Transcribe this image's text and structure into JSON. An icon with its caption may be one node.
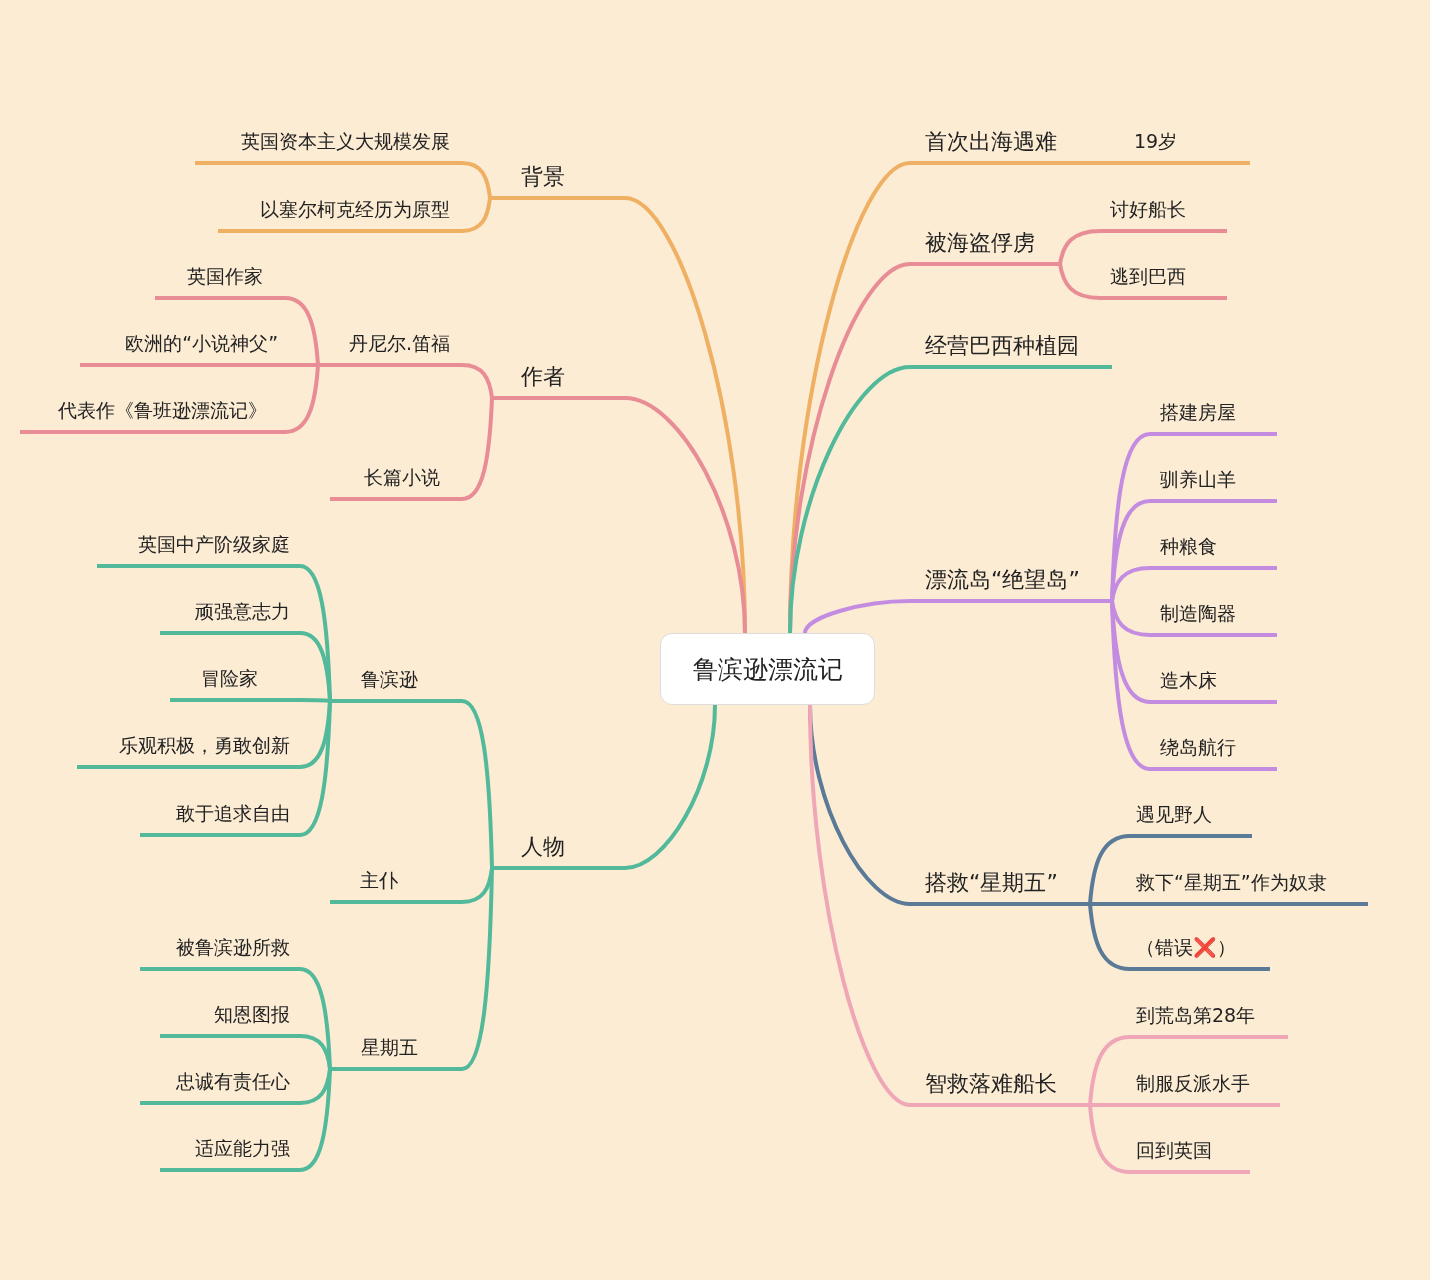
{
  "diagram": {
    "nodes": [
      {
        "text": [
          "鲁滨逊漂流记"
        ]
      },
      {
        "text": [
          "背景"
        ]
      },
      {
        "text": [
          "英国资本主义大规模发展"
        ]
      },
      {
        "text": [
          "以塞尔柯克经历为原型"
        ]
      },
      {
        "text": [
          "作者"
        ]
      },
      {
        "text": [
          "丹尼尔.笛福"
        ]
      },
      {
        "text": [
          "英国作家"
        ]
      },
      {
        "text": [
          "欧洲的“小说神父”"
        ]
      },
      {
        "text": [
          "代表作《鲁班逊漂流记》"
        ]
      },
      {
        "text": [
          "长篇小说"
        ]
      },
      {
        "text": [
          "人物"
        ]
      },
      {
        "text": [
          "鲁滨逊"
        ]
      },
      {
        "text": [
          "英国中产阶级家庭"
        ]
      },
      {
        "text": [
          "顽强意志力"
        ]
      },
      {
        "text": [
          "冒险家"
        ]
      },
      {
        "text": [
          "乐观积极，勇敢创新"
        ]
      },
      {
        "text": [
          "敢于追求自由"
        ]
      },
      {
        "text": [
          "主仆"
        ]
      },
      {
        "text": [
          "星期五"
        ]
      },
      {
        "text": [
          "被鲁滨逊所救"
        ]
      },
      {
        "text": [
          "知恩图报"
        ]
      },
      {
        "text": [
          "忠诚有责任心"
        ]
      },
      {
        "text": [
          "适应能力强"
        ]
      },
      {
        "text": [
          "首次出海遇难"
        ]
      },
      {
        "text": [
          "19岁"
        ]
      },
      {
        "text": [
          "被海盗俘虏"
        ]
      },
      {
        "text": [
          "讨好船长"
        ]
      },
      {
        "text": [
          "逃到巴西"
        ]
      },
      {
        "text": [
          "经营巴西种植园"
        ]
      },
      {
        "text": [
          "漂流岛“绝望岛”"
        ]
      },
      {
        "text": [
          "搭建房屋"
        ]
      },
      {
        "text": [
          "驯养山羊"
        ]
      },
      {
        "text": [
          "种粮食"
        ]
      },
      {
        "text": [
          "制造陶器"
        ]
      },
      {
        "text": [
          "造木床"
        ]
      },
      {
        "text": [
          "绕岛航行"
        ]
      },
      {
        "text": [
          "搭救“星期五”"
        ]
      },
      {
        "text": [
          "遇见野人"
        ]
      },
      {
        "text": [
          "救下“星期五”作为奴隶"
        ]
      },
      {
        "text": [
          "（错误❌）"
        ]
      },
      {
        "text": [
          "智救落难船长"
        ]
      },
      {
        "text": [
          "到荒岛第28年"
        ]
      },
      {
        "text": [
          "制服反派水手"
        ]
      },
      {
        "text": [
          "回到英国"
        ]
      }
    ],
    "edges": [
      {
        "from": 0,
        "to": 1,
        "arrow": "none",
        "color": "#efb063"
      },
      {
        "from": 1,
        "to": 2,
        "arrow": "none",
        "color": "#efb063"
      },
      {
        "from": 1,
        "to": 3,
        "arrow": "none",
        "color": "#efb063"
      },
      {
        "from": 0,
        "to": 4,
        "arrow": "none",
        "color": "#e88c96"
      },
      {
        "from": 4,
        "to": 5,
        "arrow": "none",
        "color": "#e88c96"
      },
      {
        "from": 5,
        "to": 6,
        "arrow": "none",
        "color": "#e88c96"
      },
      {
        "from": 5,
        "to": 7,
        "arrow": "none",
        "color": "#e88c96"
      },
      {
        "from": 5,
        "to": 8,
        "arrow": "none",
        "color": "#e88c96"
      },
      {
        "from": 4,
        "to": 9,
        "arrow": "none",
        "color": "#e88c96"
      },
      {
        "from": 0,
        "to": 10,
        "arrow": "none"
      },
      {
        "from": 10,
        "to": 11,
        "arrow": "none"
      },
      {
        "from": 11,
        "to": 12,
        "arrow": "none"
      },
      {
        "from": 11,
        "to": 13,
        "arrow": "none"
      },
      {
        "from": 11,
        "to": 14,
        "arrow": "none"
      },
      {
        "from": 11,
        "to": 15,
        "arrow": "none"
      },
      {
        "from": 11,
        "to": 16,
        "arrow": "none"
      },
      {
        "from": 10,
        "to": 17,
        "arrow": "none"
      },
      {
        "from": 10,
        "to": 18,
        "arrow": "none"
      },
      {
        "from": 18,
        "to": 19,
        "arrow": "none"
      },
      {
        "from": 18,
        "to": 20,
        "arrow": "none"
      },
      {
        "from": 18,
        "to": 21,
        "arrow": "none"
      },
      {
        "from": 18,
        "to": 22,
        "arrow": "none"
      },
      {
        "from": 0,
        "to": 23,
        "arrow": "none",
        "color": "#efb063"
      },
      {
        "from": 23,
        "to": 24,
        "arrow": "none",
        "color": "#efb063"
      },
      {
        "from": 0,
        "to": 25,
        "arrow": "none",
        "color": "#e88c96"
      },
      {
        "from": 25,
        "to": 26,
        "arrow": "none",
        "color": "#e88c96"
      },
      {
        "from": 25,
        "to": 27,
        "arrow": "none",
        "color": "#e88c96"
      },
      {
        "from": 0,
        "to": 28,
        "arrow": "none"
      },
      {
        "from": 0,
        "to": 29,
        "arrow": "none",
        "color": "#c38ce0"
      },
      {
        "from": 29,
        "to": 30,
        "arrow": "none",
        "color": "#c38ce0"
      },
      {
        "from": 29,
        "to": 31,
        "arrow": "none",
        "color": "#c38ce0"
      },
      {
        "from": 29,
        "to": 32,
        "arrow": "none",
        "color": "#c38ce0"
      },
      {
        "from": 29,
        "to": 33,
        "arrow": "none",
        "color": "#c38ce0"
      },
      {
        "from": 29,
        "to": 34,
        "arrow": "none",
        "color": "#c38ce0"
      },
      {
        "from": 29,
        "to": 35,
        "arrow": "none",
        "color": "#c38ce0"
      },
      {
        "from": 0,
        "to": 36,
        "arrow": "none",
        "color": "#5b7a98"
      },
      {
        "from": 36,
        "to": 37,
        "arrow": "none",
        "color": "#5b7a98"
      },
      {
        "from": 36,
        "to": 38,
        "arrow": "none",
        "color": "#5b7a98"
      },
      {
        "from": 36,
        "to": 39,
        "arrow": "none",
        "color": "#5b7a98"
      },
      {
        "from": 0,
        "to": 40,
        "arrow": "none",
        "color": "#efa6b6"
      },
      {
        "from": 40,
        "to": 41,
        "arrow": "none",
        "color": "#efa6b6"
      },
      {
        "from": 40,
        "to": 42,
        "arrow": "none",
        "color": "#efa6b6"
      },
      {
        "from": 40,
        "to": 43,
        "arrow": "none",
        "color": "#efa6b6"
      }
    ]
  }
}
